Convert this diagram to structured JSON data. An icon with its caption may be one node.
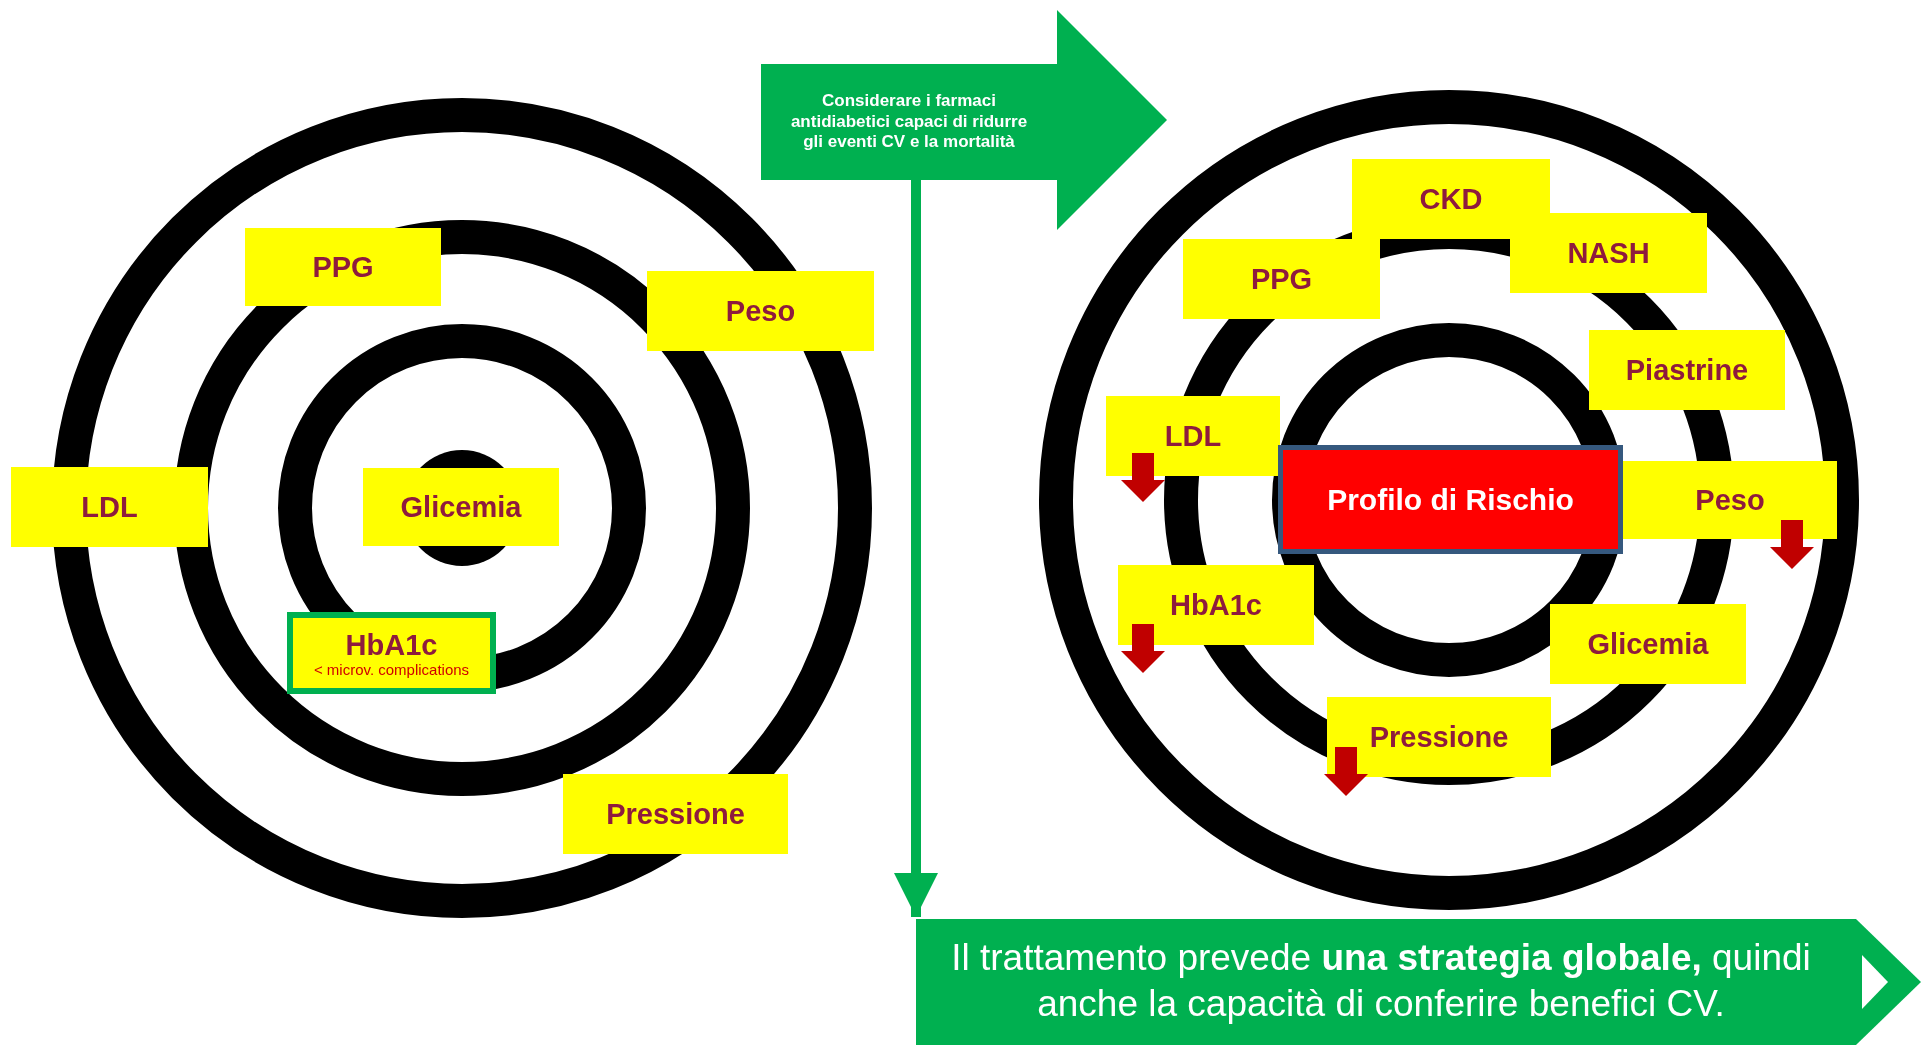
{
  "diagram": {
    "nodes": [
      {
        "text": [
          "Considerare i farmaci antidiabetici capaci di ridurre gli eventi CV e la mortalità"
        ]
      },
      {
        "text": [
          "PPG"
        ]
      },
      {
        "text": [
          "Peso"
        ]
      },
      {
        "text": [
          "LDL"
        ]
      },
      {
        "text": [
          "Glicemia"
        ]
      },
      {
        "text": [
          "HbA1c",
          "< microv. complications"
        ]
      },
      {
        "text": [
          "Pressione"
        ]
      },
      {
        "text": [
          "CKD"
        ]
      },
      {
        "text": [
          "PPG"
        ]
      },
      {
        "text": [
          "NASH"
        ]
      },
      {
        "text": [
          "Piastrine"
        ]
      },
      {
        "text": [
          "LDL"
        ]
      },
      {
        "text": [
          "Profilo di Rischio"
        ]
      },
      {
        "text": [
          "Peso"
        ]
      },
      {
        "text": [
          "HbA1c"
        ]
      },
      {
        "text": [
          "Glicemia"
        ]
      },
      {
        "text": [
          "Pressione"
        ]
      },
      {
        "text": [
          "Il trattamento prevede **una strategia globale,** quindi anche la capacità di conferire benefici CV."
        ]
      }
    ],
    "edges": [
      {
        "from": 0,
        "to": 17,
        "arrow": "to"
      }
    ]
  }
}
